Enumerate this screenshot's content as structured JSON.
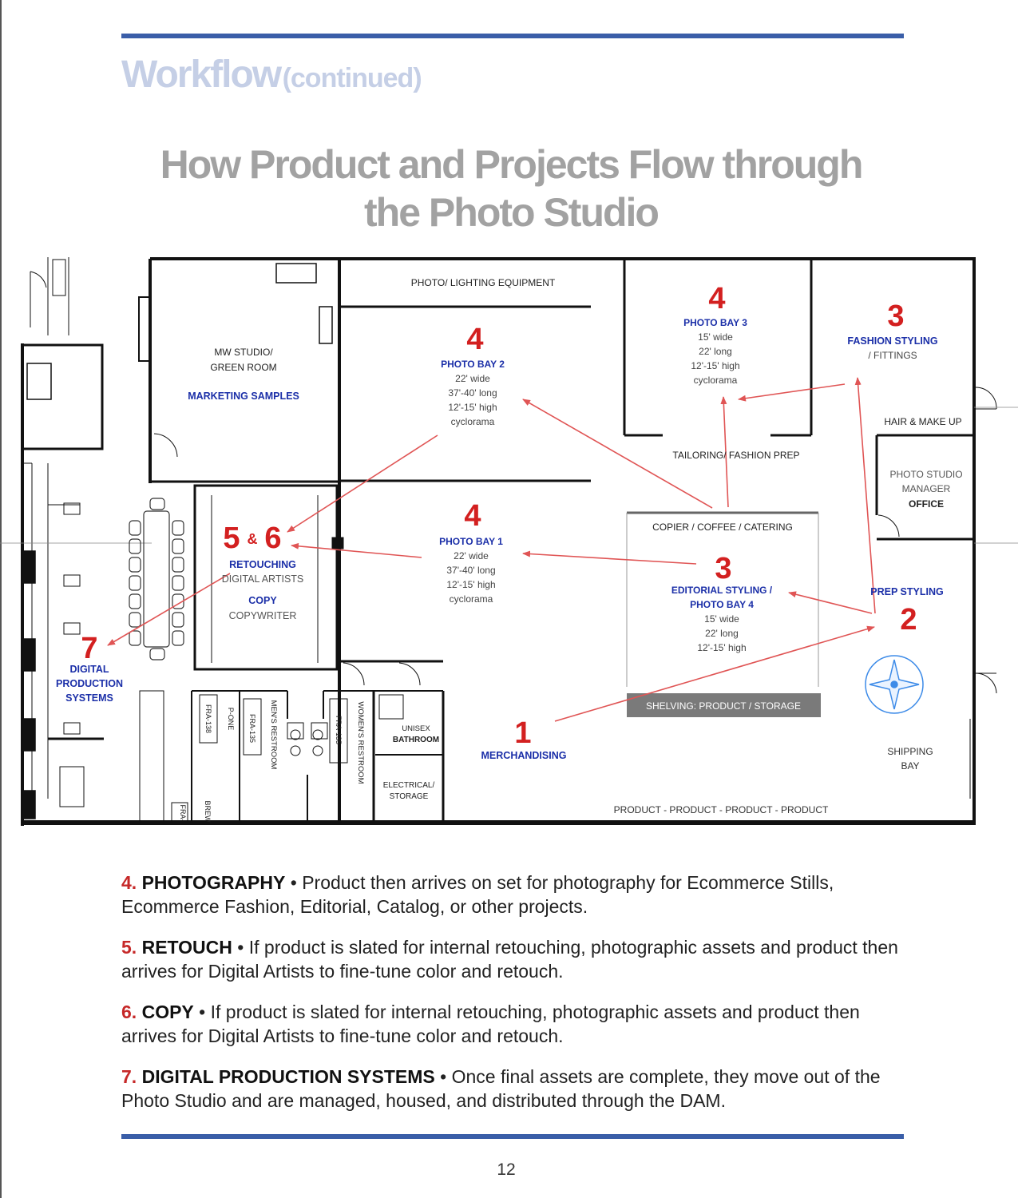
{
  "header": {
    "section_title": "Workflow",
    "section_suffix": "(continued)",
    "page_heading_line1": "How Product and Projects Flow through",
    "page_heading_line2": "the Photo Studio"
  },
  "floorplan": {
    "areas": {
      "equipment": "PHOTO/ LIGHTING EQUIPMENT",
      "mw_studio_line1": "MW STUDIO/",
      "mw_studio_line2": "GREEN ROOM",
      "marketing_samples": "MARKETING SAMPLES",
      "bay2_number": "4",
      "bay2_title": "PHOTO BAY 2",
      "bay2_width": "22' wide",
      "bay2_length": "37'-40' long",
      "bay2_height": "12'-15' high",
      "bay2_type": "cyclorama",
      "bay3_number": "4",
      "bay3_title": "PHOTO BAY 3",
      "bay3_width": "15' wide",
      "bay3_length": "22' long",
      "bay3_height": "12'-15' high",
      "bay3_type": "cyclorama",
      "fashion_number": "3",
      "fashion_title": "FASHION STYLING",
      "fashion_sub": "/ FITTINGS",
      "hair_makeup": "HAIR & MAKE UP",
      "tailoring": "TAILORING/ FASHION PREP",
      "manager_line1": "PHOTO STUDIO",
      "manager_line2": "MANAGER",
      "manager_line3": "OFFICE",
      "copier": "COPIER / COFFEE / CATERING",
      "bay1_number": "4",
      "bay1_title": "PHOTO BAY 1",
      "bay1_width": "22' wide",
      "bay1_length": "37'-40' long",
      "bay1_height": "12'-15' high",
      "bay1_type": "cyclorama",
      "retouch_number_a": "5",
      "retouch_amp": "&",
      "retouch_number_b": "6",
      "retouching_title": "RETOUCHING",
      "digital_artists": "DIGITAL ARTISTS",
      "copy_title": "COPY",
      "copywriter": "COPYWRITER",
      "editorial_number": "3",
      "editorial_title_line1": "EDITORIAL STYLING /",
      "editorial_title_line2": "PHOTO BAY 4",
      "editorial_width": "15' wide",
      "editorial_length": "22' long",
      "editorial_height": "12'-15' high",
      "prep_title": "PREP STYLING",
      "prep_number": "2",
      "dps_number": "7",
      "dps_line1": "DIGITAL",
      "dps_line2": "PRODUCTION",
      "dps_line3": "SYSTEMS",
      "shelving": "SHELVING: PRODUCT / STORAGE",
      "merch_number": "1",
      "merch_title": "MERCHANDISING",
      "shipping_line1": "SHIPPING",
      "shipping_line2": "BAY",
      "product_row": "PRODUCT - PRODUCT - PRODUCT - PRODUCT",
      "unisex_line1": "UNISEX",
      "unisex_line2": "BATHROOM",
      "electrical_line1": "ELECTRICAL/",
      "electrical_line2": "STORAGE",
      "mens_restroom": "MEN'S RESTROOM",
      "womens_restroom": "WOMEN'S RESTROOM",
      "phone": "P-ONE",
      "fra_138": "FRA-138",
      "fra_135a": "FRA-135",
      "fra_135b": "FRA-135",
      "brew": "BREW",
      "fra_small": "FRA-"
    },
    "colors": {
      "number_red": "#d32020",
      "label_blue": "#1b2fa8",
      "arrow_red": "#e05555",
      "wall": "#111111"
    }
  },
  "steps": [
    {
      "number": "4.",
      "name": "PHOTOGRAPHY",
      "separator": " • ",
      "text": "Product then arrives on set for photography for Ecommerce Stills, Ecommerce Fashion, Editorial, Catalog, or other projects."
    },
    {
      "number": "5.",
      "name": "RETOUCH",
      "separator": " • ",
      "text": "If product is slated for internal retouching, photographic assets and product then arrives for Digital Artists to fine-tune color and retouch."
    },
    {
      "number": "6.",
      "name": "COPY",
      "separator": " • ",
      "text": "If product is slated for internal retouching, photographic assets and product then arrives for Digital Artists to fine-tune color and retouch."
    },
    {
      "number": "7.",
      "name": "DIGITAL PRODUCTION SYSTEMS",
      "separator": " • ",
      "text": "Once final assets are complete, they move out of the Photo Studio and are managed, housed, and distributed through the DAM."
    }
  ],
  "footer": {
    "page_number": "12"
  }
}
